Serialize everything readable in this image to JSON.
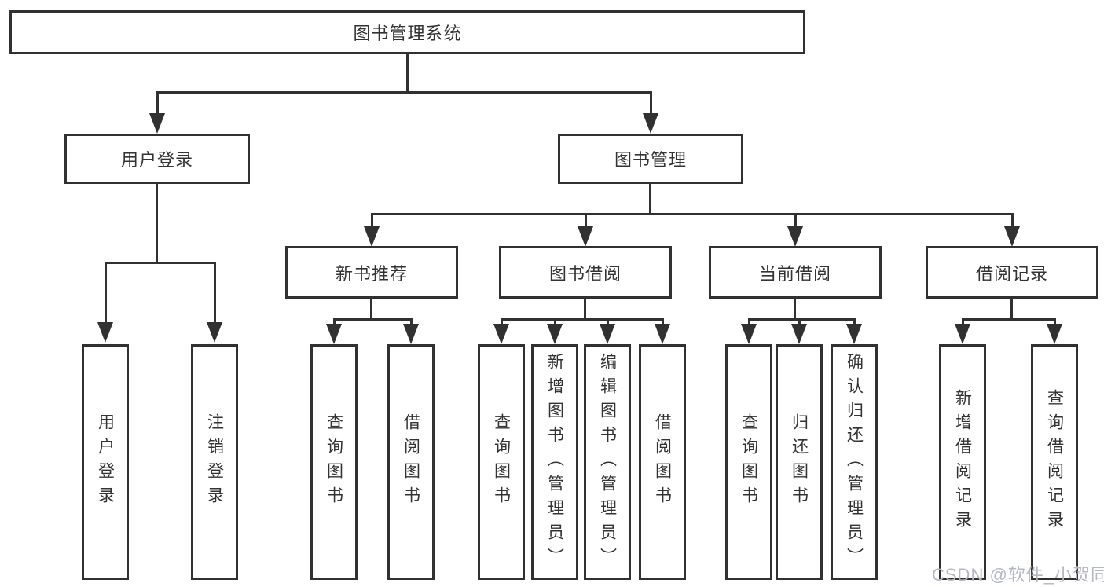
{
  "diagram": {
    "title_node": {
      "label": "图书管理系统"
    },
    "level2": [
      {
        "label": "用户登录"
      },
      {
        "label": "图书管理"
      }
    ],
    "level3": [
      {
        "label": "新书推荐"
      },
      {
        "label": "图书借阅"
      },
      {
        "label": "当前借阅"
      },
      {
        "label": "借阅记录"
      }
    ],
    "level4": [
      {
        "label": "用户登录"
      },
      {
        "label": "注销登录"
      },
      {
        "label": "查询图书"
      },
      {
        "label": "借阅图书"
      },
      {
        "label": "查询图书"
      },
      {
        "label": "新增图书（管理员）"
      },
      {
        "label": "编辑图书（管理员）"
      },
      {
        "label": "借阅图书"
      },
      {
        "label": "查询图书"
      },
      {
        "label": "归还图书"
      },
      {
        "label": "确认归还（管理员）"
      },
      {
        "label": "新增借阅记录"
      },
      {
        "label": "查询借阅记录"
      }
    ],
    "colors": {
      "line": "#313131",
      "box_border": "#313131",
      "text": "#333333",
      "background": "#ffffff",
      "watermark": "#b4b8c0"
    }
  },
  "watermark": {
    "text": "CSDN @软件_小贺同学"
  }
}
